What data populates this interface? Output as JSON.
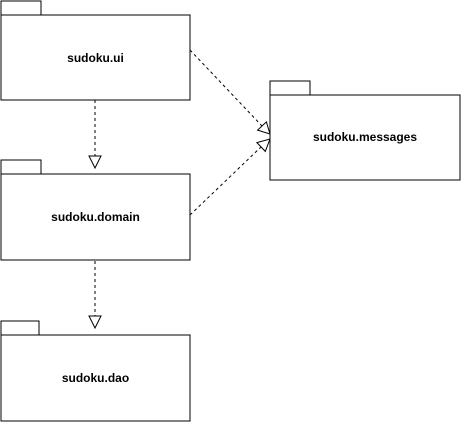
{
  "packages": {
    "ui": {
      "label": "sudoku.ui"
    },
    "domain": {
      "label": "sudoku.domain"
    },
    "dao": {
      "label": "sudoku.dao"
    },
    "messages": {
      "label": "sudoku.messages"
    }
  },
  "dependencies": [
    {
      "from": "sudoku.ui",
      "to": "sudoku.domain"
    },
    {
      "from": "sudoku.domain",
      "to": "sudoku.dao"
    },
    {
      "from": "sudoku.ui",
      "to": "sudoku.messages"
    },
    {
      "from": "sudoku.domain",
      "to": "sudoku.messages"
    }
  ]
}
